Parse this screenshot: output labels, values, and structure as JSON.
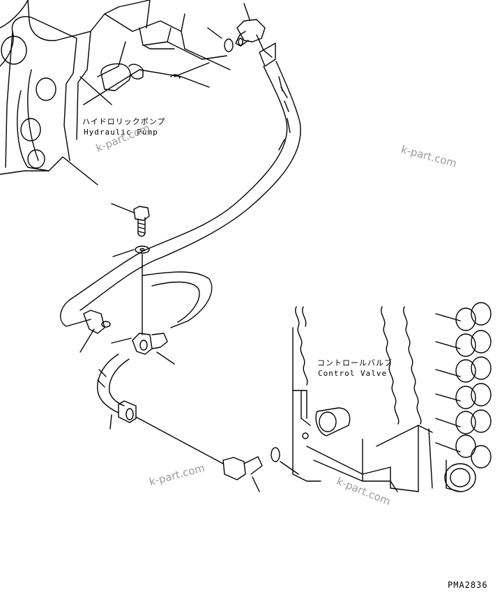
{
  "labels": {
    "pump_jp": "ハイドロリックポンプ",
    "pump_en": "Hydraulic Pump",
    "valve_jp": "コントロールバルブ",
    "valve_en": "Control Valve"
  },
  "watermarks": [
    "k-part.com",
    "k-part.com",
    "k-part.com",
    "k-part.com"
  ],
  "drawing_code": "PMA2836",
  "colors": {
    "line": "#000000",
    "watermark": "#9a9a9a",
    "background": "#ffffff"
  }
}
